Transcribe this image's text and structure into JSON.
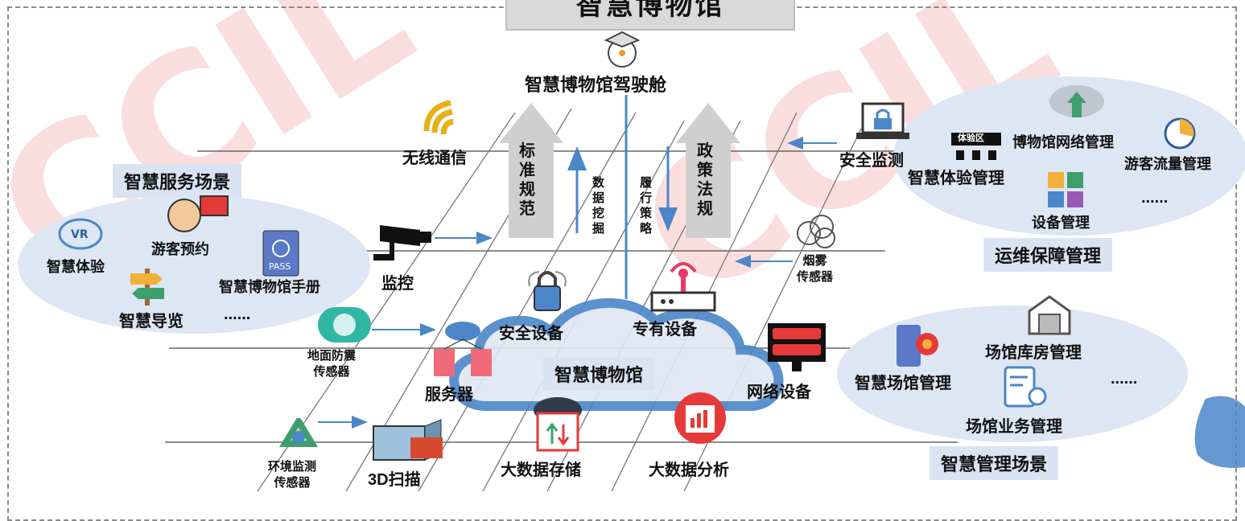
{
  "title": "智慧博物馆",
  "cockpit": "智慧博物馆驾驶舱",
  "wireless": "无线通信",
  "standards": [
    "标",
    "准",
    "规",
    "范"
  ],
  "policy": [
    "政",
    "策",
    "法",
    "规"
  ],
  "data_mining": [
    "数",
    "据",
    "挖",
    "掘"
  ],
  "strategy": [
    "履",
    "行",
    "策",
    "略"
  ],
  "service_scene": {
    "tag": "智慧服务场景",
    "items": [
      "智慧体验",
      "游客预约",
      "智慧博物馆手册",
      "智慧导览",
      "......"
    ]
  },
  "ops": {
    "tag": "运维保障管理",
    "security": "安全监测",
    "experience_mgmt": "智慧体验管理",
    "experience_badge": "体验区",
    "network_mgmt": "博物馆网络管理",
    "flow_mgmt": "游客流量管理",
    "device_mgmt": "设备管理",
    "more": "......"
  },
  "mgmt_scene": {
    "tag": "智慧管理场景",
    "venue_mgmt": "智慧场馆管理",
    "warehouse": "场馆库房管理",
    "business": "场馆业务管理",
    "more": "......"
  },
  "sensors": {
    "monitor": "监控",
    "smoke": [
      "烟雾",
      "传感器"
    ],
    "quake": [
      "地面防震",
      "传感器"
    ],
    "env": [
      "环境监测",
      "传感器"
    ],
    "scan3d": "3D扫描",
    "pass": "PASS",
    "vr": "VR"
  },
  "cloud": {
    "center": "智慧博物馆",
    "security_device": "安全设备",
    "special_device": "专有设备",
    "server": "服务器",
    "network_device": "网络设备",
    "storage": "大数据存储",
    "analysis": "大数据分析"
  },
  "colors": {
    "accent_blue": "#4a86c8",
    "tag_bg": "#d9e3f2",
    "ellipse_bg": "#dde6f3",
    "title_bg": "#d9d9d9",
    "watermark": "#e53a3a"
  }
}
